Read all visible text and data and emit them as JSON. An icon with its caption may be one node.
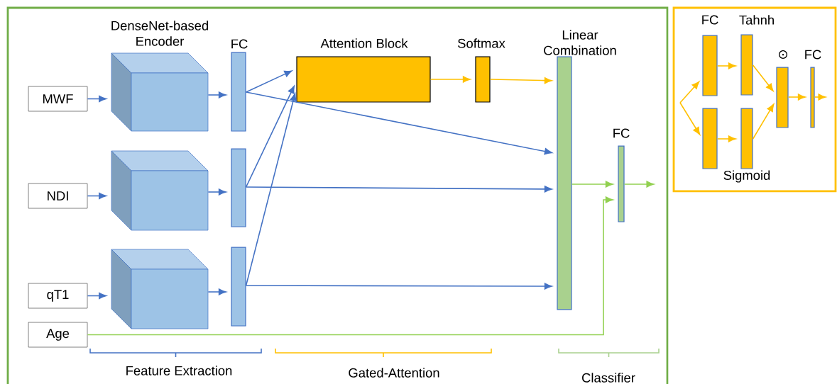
{
  "diagram": {
    "nodes": [
      {
        "text": [
          "MWF"
        ]
      },
      {
        "text": [
          "NDI"
        ]
      },
      {
        "text": [
          "qT1"
        ]
      },
      {
        "text": [
          "Age"
        ]
      },
      {
        "text": [
          "DenseNet-based Encoder"
        ]
      },
      {
        "text": [],
        "shape": "box"
      },
      {
        "text": [],
        "shape": "box"
      },
      {
        "text": [
          "FC"
        ]
      },
      {
        "text": [],
        "shape": "bar"
      },
      {
        "text": [],
        "shape": "bar"
      },
      {
        "text": [
          "Attention Block"
        ]
      },
      {
        "text": [
          "Softmax"
        ]
      },
      {
        "text": [
          "Linear Combination"
        ]
      },
      {
        "text": [
          "FC"
        ]
      },
      {
        "text": [
          "FC"
        ]
      },
      {
        "text": [],
        "shape": "bar"
      },
      {
        "text": [
          "Tahnh"
        ]
      },
      {
        "text": [
          "Sigmoid"
        ]
      },
      {
        "text": [
          "⊙"
        ]
      },
      {
        "text": [
          "FC"
        ]
      }
    ],
    "edges": [
      {
        "from": 0,
        "to": 4,
        "arrow": "to"
      },
      {
        "from": 1,
        "to": 5,
        "arrow": "to"
      },
      {
        "from": 2,
        "to": 6,
        "arrow": "to"
      },
      {
        "from": 4,
        "to": 7,
        "arrow": "to"
      },
      {
        "from": 5,
        "to": 8,
        "arrow": "to"
      },
      {
        "from": 6,
        "to": 9,
        "arrow": "to"
      },
      {
        "from": 7,
        "to": 10,
        "arrow": "to"
      },
      {
        "from": 8,
        "to": 10,
        "arrow": "to"
      },
      {
        "from": 9,
        "to": 10,
        "arrow": "to"
      },
      {
        "from": 7,
        "to": 12,
        "arrow": "to"
      },
      {
        "from": 8,
        "to": 12,
        "arrow": "to"
      },
      {
        "from": 9,
        "to": 12,
        "arrow": "to"
      },
      {
        "from": 10,
        "to": 11,
        "arrow": "to",
        "color": "#ffc000"
      },
      {
        "from": 11,
        "to": 12,
        "arrow": "to",
        "color": "#ffc000"
      },
      {
        "from": 12,
        "to": 13,
        "arrow": "to",
        "color": "#92d050"
      },
      {
        "from": 3,
        "to": 13,
        "arrow": "to",
        "color": "#92d050"
      },
      {
        "from": 13,
        "to": null,
        "arrow": "to",
        "color": "#92d050"
      },
      {
        "from": null,
        "to": 14,
        "arrow": "to",
        "color": "#ffc000"
      },
      {
        "from": null,
        "to": 15,
        "arrow": "to",
        "color": "#ffc000"
      },
      {
        "from": 14,
        "to": 16,
        "arrow": "to",
        "color": "#ffc000"
      },
      {
        "from": 15,
        "to": 17,
        "arrow": "to",
        "color": "#ffc000"
      },
      {
        "from": 16,
        "to": 18,
        "arrow": "to",
        "color": "#ffc000"
      },
      {
        "from": 17,
        "to": 18,
        "arrow": "to",
        "color": "#ffc000"
      },
      {
        "from": 18,
        "to": 19,
        "arrow": "to",
        "color": "#ffc000"
      },
      {
        "from": 19,
        "to": null,
        "arrow": "to",
        "color": "#ffc000"
      }
    ],
    "labels": [
      "Feature Extraction",
      "Gated-Attention",
      "Classifier"
    ]
  }
}
